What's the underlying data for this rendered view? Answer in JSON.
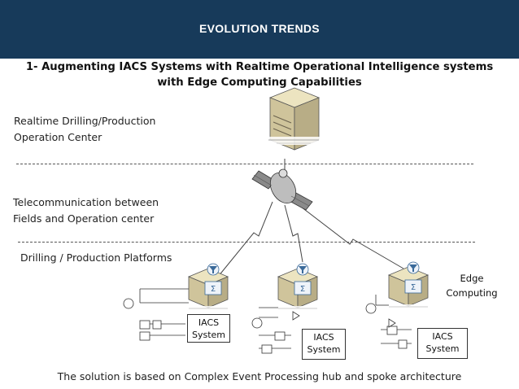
{
  "header": {
    "title": "EVOLUTION  TRENDS"
  },
  "subtitle": {
    "line1": "1- Augmenting IACS Systems with Realtime Operational Intelligence systems",
    "line2": "with Edge Computing Capabilities"
  },
  "zones": {
    "operation_center": {
      "line1": "Realtime Drilling/Production",
      "line2": "Operation Center"
    },
    "telecom": {
      "line1": "Telecommunication between",
      "line2": "Fields and Operation center"
    },
    "platforms": {
      "line1": "Drilling / Production Platforms"
    }
  },
  "iacs_boxes": [
    {
      "line1": "IACS",
      "line2": "System"
    },
    {
      "line1": "IACS",
      "line2": "System"
    },
    {
      "line1": "IACS",
      "line2": "System"
    }
  ],
  "edge_label": {
    "line1": "Edge",
    "line2": "Computing"
  },
  "footer": {
    "text": "The solution is based on Complex Event Processing  hub and spoke  architecture"
  },
  "colors": {
    "header_bg": "#173a5a",
    "header_text": "#ffffff",
    "server_body": "#d9cfa6",
    "satellite_body": "#7a7a7a"
  },
  "icons": [
    "server-icon",
    "satellite-icon",
    "lightning-link-icon",
    "funnel-icon",
    "sigma-icon",
    "valve-icon",
    "pump-icon"
  ]
}
